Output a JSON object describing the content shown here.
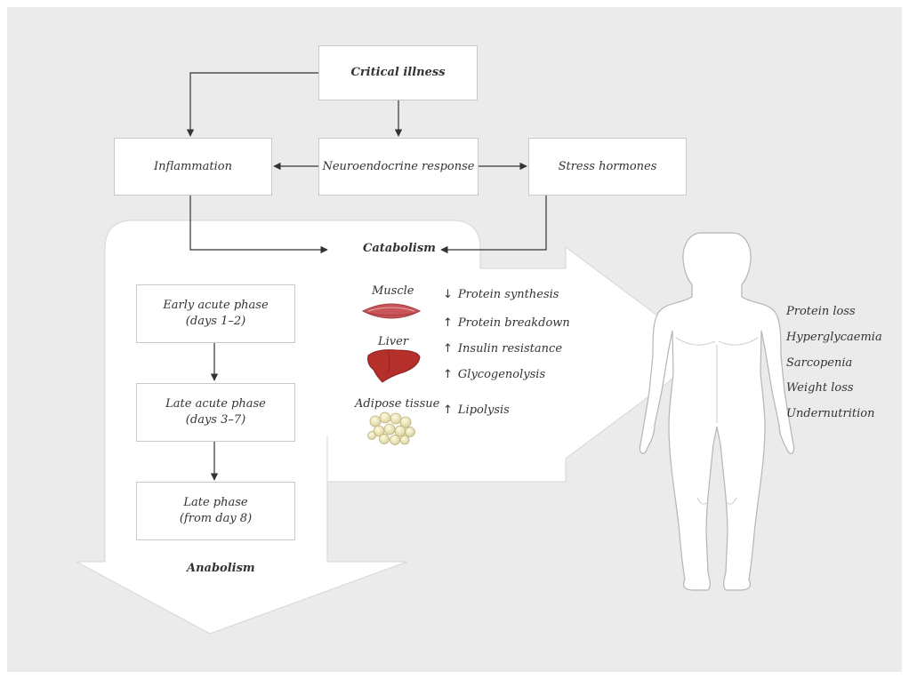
{
  "top_box": "Critical illness",
  "left_box": "Inflammation",
  "middle_box": "Neuroendocrine response",
  "right_box": "Stress hormones",
  "catabolism_label": "Catabolism",
  "anabolism_label": "Anabolism",
  "phases": [
    {
      "line1": "Early acute phase",
      "line2": "(days 1–2)"
    },
    {
      "line1": "Late acute phase",
      "line2": "(days 3–7)"
    },
    {
      "line1": "Late phase",
      "line2": "(from day 8)"
    }
  ],
  "organs": [
    {
      "label": "Muscle",
      "icon": "muscle-icon"
    },
    {
      "label": "Liver",
      "icon": "liver-icon"
    },
    {
      "label": "Adipose tissue",
      "icon": "adipose-tissue-icon"
    }
  ],
  "effects": [
    {
      "arrow": "↓",
      "text": "Protein synthesis"
    },
    {
      "arrow": "↑",
      "text": "Protein breakdown"
    },
    {
      "arrow": "↑",
      "text": "Insulin resistance"
    },
    {
      "arrow": "↑",
      "text": "Glycogenolysis"
    },
    {
      "arrow": "↑",
      "text": "Lipolysis"
    }
  ],
  "outcomes": [
    "Protein loss",
    "Hyperglycaemia",
    "Sarcopenia",
    "Weight loss",
    "Undernutrition"
  ],
  "colors": {
    "background": "#ebebeb",
    "box_fill": "#ffffff",
    "box_border": "#c9c9c9",
    "connector": "#333333",
    "body_outline": "#b5b5b5",
    "muscle": "#c8555a",
    "liver": "#b5302a",
    "adipose": "#efe9c2"
  }
}
